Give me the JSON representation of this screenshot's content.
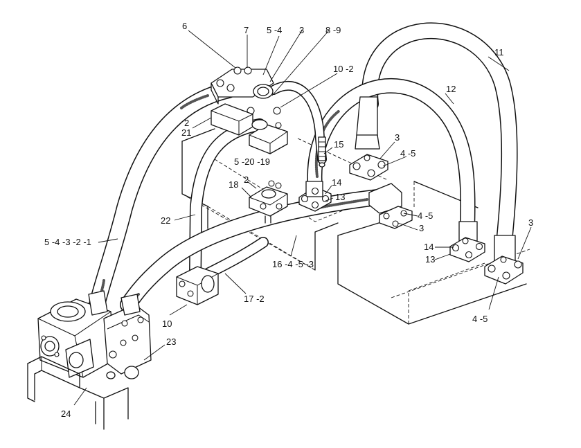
{
  "callouts": {
    "c6": "6",
    "c7": "7",
    "c54": "5 -4",
    "c3top": "3",
    "c89": "8 -9",
    "c11": "11",
    "c102": "10 -2",
    "c12": "12",
    "c2": "2",
    "c21": "21",
    "c15": "15",
    "c3b": "3",
    "c45a": "4 -5",
    "c52019": "5 -20  -19",
    "c2b": "2",
    "c18": "18",
    "c14a": "14",
    "c13a": "13",
    "c45b": "4 -5",
    "c3c": "3",
    "c22": "22",
    "c3d": "3",
    "c14b": "14",
    "c13b": "13",
    "c54321": "5 -4 -3 -2 -1",
    "c16453": "16 -4 -5 -3",
    "c172": "17 -2",
    "c10": "10",
    "c45c": "4 -5",
    "c23": "23",
    "c24": "24"
  }
}
